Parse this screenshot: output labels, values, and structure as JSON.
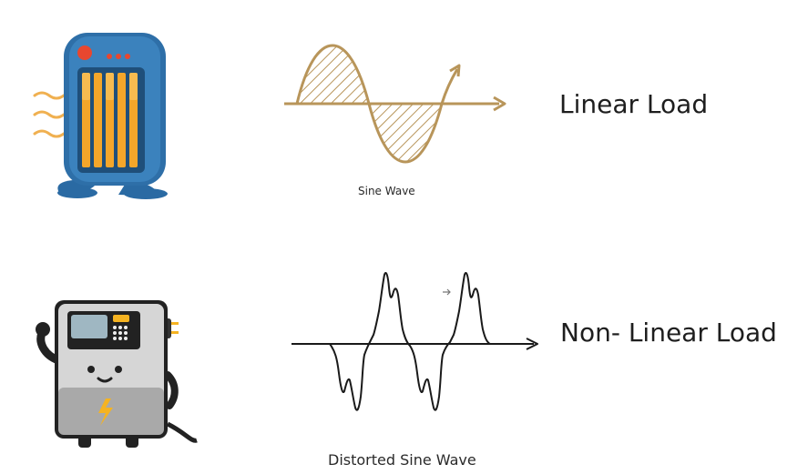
{
  "rows": [
    {
      "device_icon": "space-heater-icon",
      "wave_caption": "Sine Wave",
      "load_label": "Linear Load"
    },
    {
      "device_icon": "smart-meter-icon",
      "wave_caption": "Distorted Sine Wave",
      "load_label": "Non- Linear Load"
    }
  ],
  "colors": {
    "sine_wave": "#b8955a",
    "distorted_wave": "#1a1a1a",
    "heater_body": "#2e6fa8",
    "heater_glow": "#f4a62a",
    "meter_body": "#c9c9c9",
    "meter_accent": "#f5b321"
  }
}
